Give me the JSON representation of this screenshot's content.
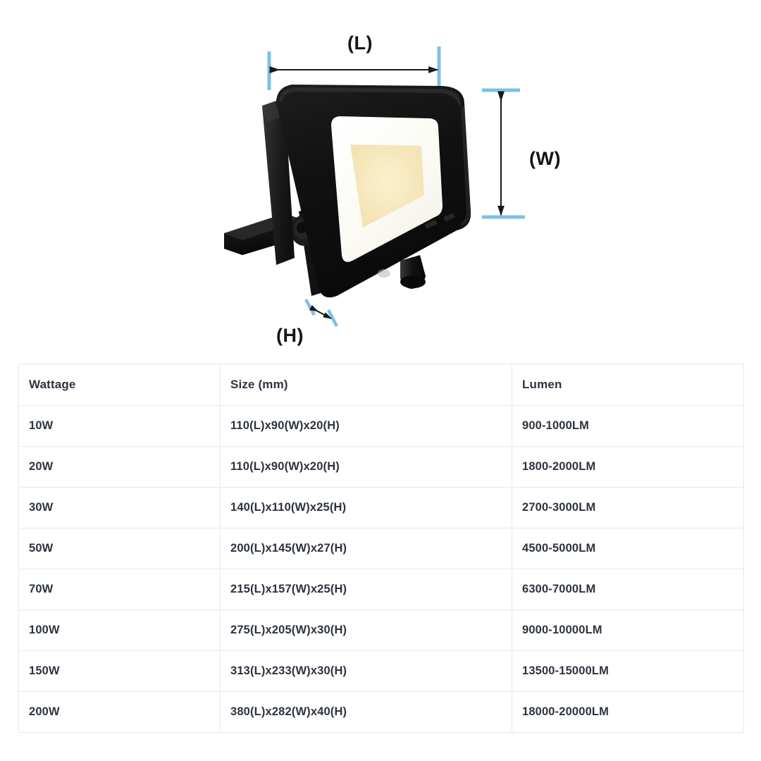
{
  "diagram": {
    "alt": "LED floodlight product photo with dimension callouts",
    "dimension_labels": {
      "length": "(L)",
      "width": "(W)",
      "height": "(H)"
    },
    "colors": {
      "tick": "#7cc0e8",
      "arrow": "#1a1a1a",
      "housing": "#141414",
      "housing_edge": "#2a2a2a",
      "diffuser": "#fbfaf6",
      "led_panel": "#f6e8bd"
    }
  },
  "spec_table": {
    "columns": [
      "Wattage",
      "Size (mm)",
      "Lumen"
    ],
    "rows": [
      {
        "wattage": "10W",
        "size": "110(L)x90(W)x20(H)",
        "lumen": "900-1000LM"
      },
      {
        "wattage": "20W",
        "size": "110(L)x90(W)x20(H)",
        "lumen": "1800-2000LM"
      },
      {
        "wattage": "30W",
        "size": "140(L)x110(W)x25(H)",
        "lumen": "2700-3000LM"
      },
      {
        "wattage": "50W",
        "size": "200(L)x145(W)x27(H)",
        "lumen": "4500-5000LM"
      },
      {
        "wattage": "70W",
        "size": "215(L)x157(W)x25(H)",
        "lumen": "6300-7000LM"
      },
      {
        "wattage": "100W",
        "size": "275(L)x205(W)x30(H)",
        "lumen": "9000-10000LM"
      },
      {
        "wattage": "150W",
        "size": "313(L)x233(W)x30(H)",
        "lumen": "13500-15000LM"
      },
      {
        "wattage": "200W",
        "size": "380(L)x282(W)x40(H)",
        "lumen": "18000-20000LM"
      }
    ]
  }
}
